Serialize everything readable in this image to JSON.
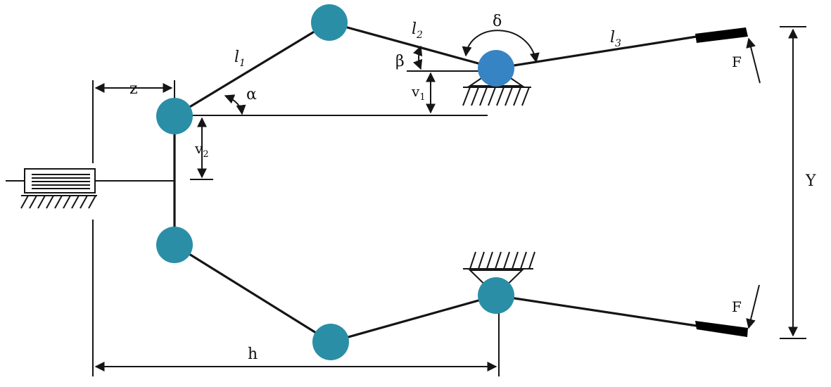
{
  "labels": {
    "l1": "l",
    "l1_sub": "1",
    "l2": "l",
    "l2_sub": "2",
    "l3": "l",
    "l3_sub": "3",
    "delta": "δ",
    "beta": "β",
    "alpha": "α",
    "v1": "v",
    "v1_sub": "1",
    "v2": "v",
    "v2_sub": "2",
    "z": "z",
    "h": "h",
    "Y": "Y",
    "F_top": "F",
    "F_bottom": "F"
  },
  "colors": {
    "joint": "#2a8fa6",
    "pivot_joint": "#3784c4",
    "line": "#151515",
    "jaw": "#000000"
  }
}
